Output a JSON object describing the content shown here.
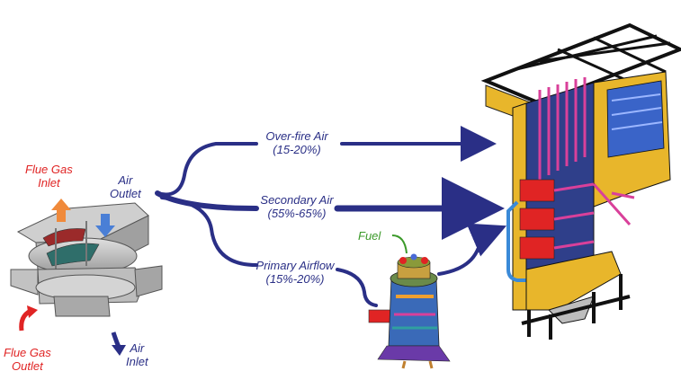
{
  "labels": {
    "flue_gas_inlet": [
      "Flue Gas",
      "Inlet"
    ],
    "flue_gas_outlet": [
      "Flue Gas",
      "Outlet"
    ],
    "air_outlet": [
      "Air",
      "Outlet"
    ],
    "air_inlet": [
      "Air",
      "Inlet"
    ],
    "overfire": [
      "Over-fire Air",
      "(15-20%)"
    ],
    "secondary": [
      "Secondary Air",
      "(55%-65%)"
    ],
    "primary": [
      "Primary Airflow",
      "(15%-20%)"
    ],
    "fuel": "Fuel"
  },
  "colors": {
    "flow_blue": "#2a2f86",
    "flue_red": "#e02424",
    "fuel_green": "#3c9a2a",
    "boiler_yellow": "#e8b62b",
    "tube_pink": "#d9409a",
    "tube_blue": "#3a64c8"
  }
}
